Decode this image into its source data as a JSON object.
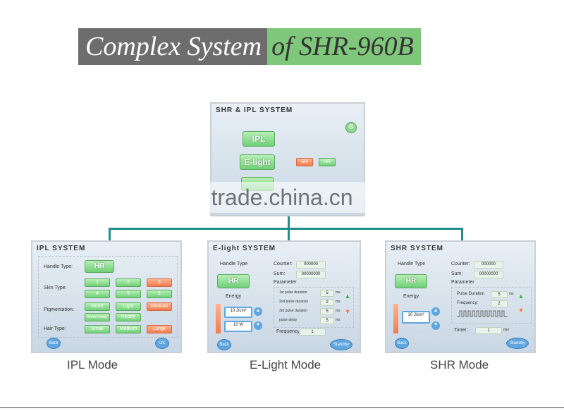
{
  "title": {
    "part1": "Complex System",
    "part2": "of SHR-960B"
  },
  "main": {
    "title": "SHR & IPL SYSTEM",
    "btn_ipl": "IPL",
    "btn_elight": "E-light",
    "btn_sr": "SR",
    "btn_hr": "HR"
  },
  "watermark": "trade.china.cn",
  "ipl": {
    "title": "IPL SYSTEM",
    "handle_label": "Handle Type:",
    "handle_value": "HR",
    "skin_label": "Skin Type:",
    "skin": [
      "1",
      "2",
      "3",
      "4",
      "5",
      "6"
    ],
    "pig_label": "Pigmentation:",
    "pig": [
      "None",
      "Light",
      "Medium",
      "Brown-ready",
      "Reddy"
    ],
    "hair_label": "Hair Type:",
    "hair": [
      "Small",
      "Medium",
      "Large"
    ],
    "back": "Back",
    "ok": "OK"
  },
  "elight": {
    "title": "E-light SYSTEM",
    "handle_label": "Handle Type",
    "handle_value": "HR",
    "energy_label": "Energy",
    "energy1": "10",
    "energy1_unit": "J/cm²",
    "energy2": "10",
    "energy2_unit": "W",
    "counter_label": "Counter:",
    "counter": "000000",
    "sum_label": "Sum:",
    "sum": "00000000",
    "parameter_label": "Parameter",
    "rows": [
      {
        "label": "1st pulse duration",
        "value": "5",
        "unit": "ms"
      },
      {
        "label": "2nd pulse duration",
        "value": "2",
        "unit": "ms"
      },
      {
        "label": "3rd pulse duration",
        "value": "5",
        "unit": "ms"
      },
      {
        "label": "pulse delay",
        "value": "5",
        "unit": "ms"
      }
    ],
    "freq_label": "Frequency:",
    "freq": "1",
    "back": "Back",
    "standby": "Standby"
  },
  "shr": {
    "title": "SHR SYSTEM",
    "handle_label": "Handle Type",
    "handle_value": "HR",
    "energy_label": "Energy",
    "energy": "10",
    "energy_unit": "J/cm²",
    "counter_label": "Counter:",
    "counter": "000000",
    "sum_label": "Sum:",
    "sum": "00000000",
    "parameter_label": "Parameter",
    "pulse_label": "Pulse Duration",
    "pulse": "5",
    "pulse_unit": "ms",
    "freq_label": "Frequency:",
    "freq": "2",
    "timer_label": "Timer:",
    "timer": "1",
    "timer_unit": "min",
    "back": "Back",
    "standby": "Standby"
  },
  "modes": {
    "ipl": "IPL Mode",
    "elight": "E-Light Mode",
    "shr": "SHR Mode"
  }
}
